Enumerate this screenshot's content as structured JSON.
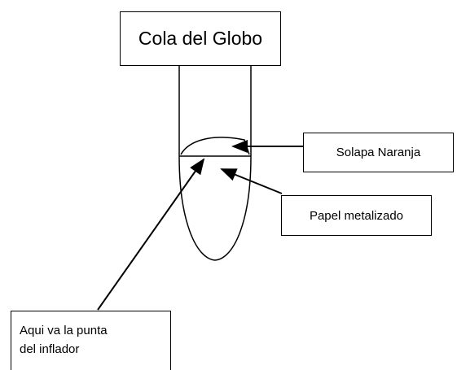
{
  "diagram": {
    "title": "Cola del Globo",
    "labels": {
      "solapa": "Solapa Naranja",
      "papel": "Papel metalizado",
      "punta_line1": "Aqui va la punta",
      "punta_line2": "del inflador"
    }
  }
}
